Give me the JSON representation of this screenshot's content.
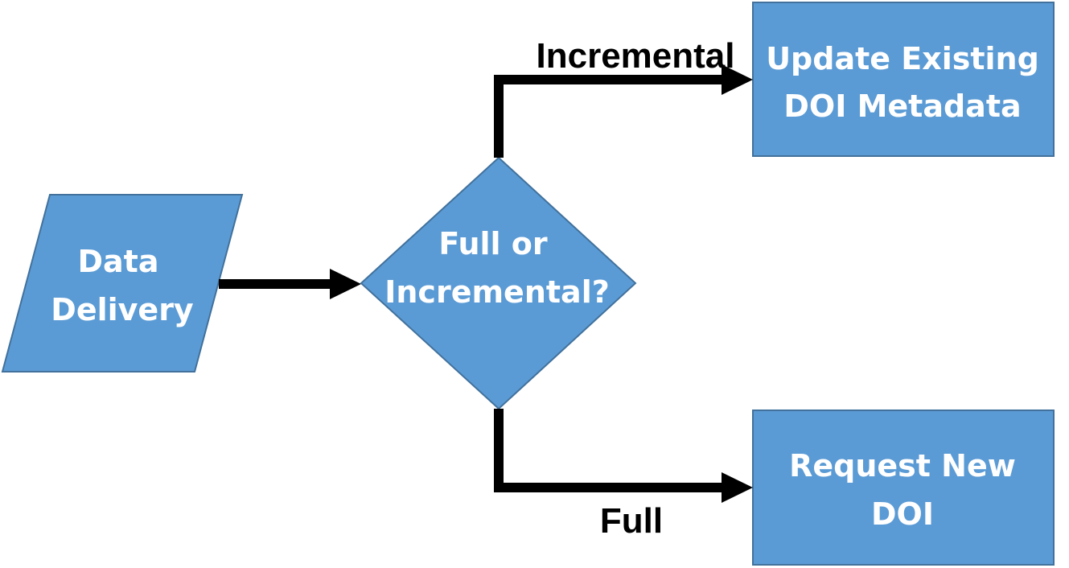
{
  "diagram": {
    "nodes": {
      "data_delivery": {
        "shape": "parallelogram",
        "label_lines": [
          "Data",
          "Delivery"
        ]
      },
      "decision": {
        "shape": "diamond",
        "label_lines": [
          "Full or",
          "Incremental?"
        ]
      },
      "update_existing": {
        "shape": "rectangle",
        "label_lines": [
          "Update Existing",
          "DOI Metadata"
        ]
      },
      "request_new": {
        "shape": "rectangle",
        "label_lines": [
          "Request New",
          "DOI"
        ]
      }
    },
    "edges": {
      "delivery_to_decision": {
        "from": "Data Delivery",
        "to": "Full or Incremental?",
        "label": ""
      },
      "incremental": {
        "from": "Full or Incremental?",
        "to": "Update Existing DOI Metadata",
        "label": "Incremental"
      },
      "full": {
        "from": "Full or Incremental?",
        "to": "Request New DOI",
        "label": "Full"
      }
    },
    "colors": {
      "node_fill": "#5b9bd5",
      "node_border": "#41719c",
      "node_text": "#ffffff",
      "arrow": "#000000",
      "edge_label_text": "#000000"
    }
  }
}
